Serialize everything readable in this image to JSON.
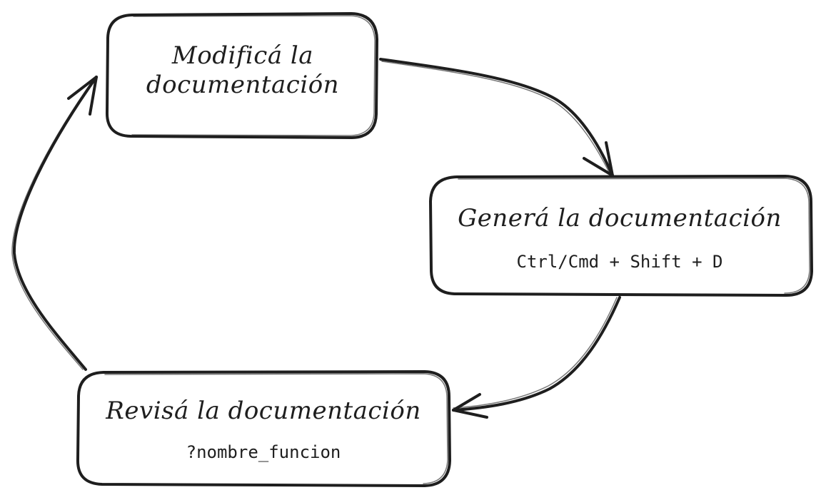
{
  "diagram": {
    "type": "cycle",
    "nodes": {
      "modify": {
        "label_line1": "Modificá la",
        "label_line2": "documentación"
      },
      "generate": {
        "label": "Generá la documentación",
        "shortcut": "Ctrl/Cmd + Shift + D"
      },
      "review": {
        "label": "Revisá la documentación",
        "command": "?nombre_funcion"
      }
    },
    "edges": [
      {
        "from": "modify",
        "to": "generate"
      },
      {
        "from": "generate",
        "to": "review"
      },
      {
        "from": "review",
        "to": "modify"
      }
    ],
    "colors": {
      "stroke": "#1e1e1e",
      "background": "#ffffff"
    }
  }
}
